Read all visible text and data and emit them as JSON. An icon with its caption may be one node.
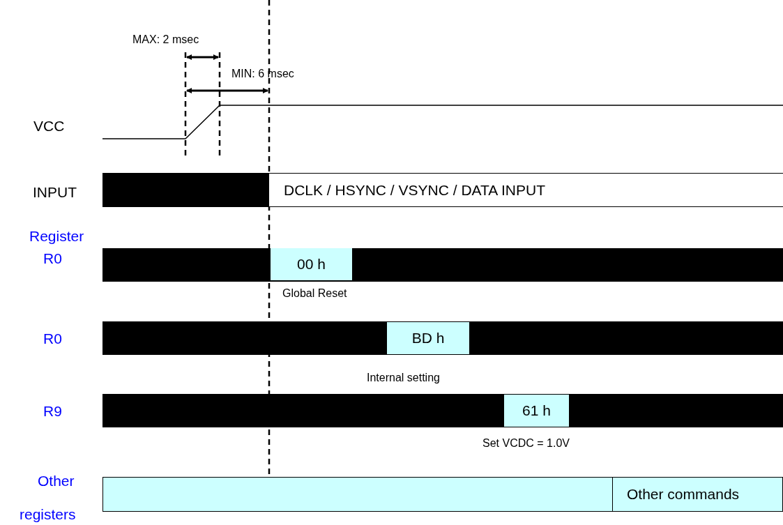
{
  "diagram": {
    "nodes": [
      {
        "text": [
          "DCLK / HSYNC / VSYNC / DATA INPUT"
        ]
      },
      {
        "text": [
          "00 h"
        ],
        "beside": [
          "Global Reset"
        ]
      },
      {
        "text": [
          "BD h"
        ],
        "beside": [
          "Internal setting"
        ]
      },
      {
        "text": [
          "61 h"
        ],
        "beside": [
          "Set VCDC = 1.0V"
        ]
      },
      {
        "text": [],
        "shape": "bar"
      },
      {
        "text": [
          "Other commands"
        ]
      }
    ],
    "edges": [],
    "labels": [
      "MAX: 2 msec",
      "MIN: 6 msec",
      "VCC",
      "INPUT",
      "Register",
      "R0",
      "R0",
      "R9",
      "Other",
      "registers"
    ]
  }
}
